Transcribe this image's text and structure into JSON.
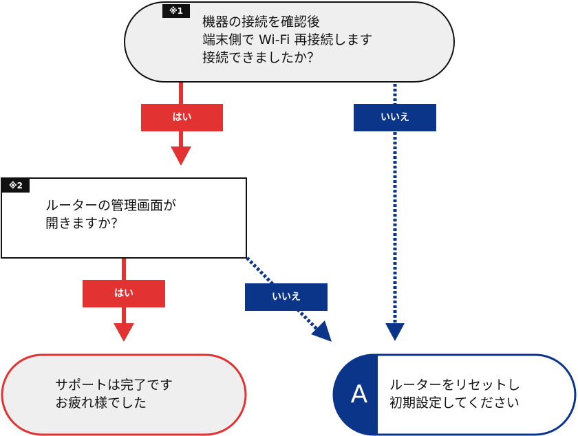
{
  "nodes": {
    "start": {
      "note": "※1",
      "lines": [
        "機器の接続を確認後",
        "端末側で Wi-Fi 再接続します",
        "接続できましたか？"
      ]
    },
    "router": {
      "note": "※2",
      "lines": [
        "ルーターの管理画面が",
        "開きますか？"
      ]
    },
    "end_support": {
      "lines": [
        "サポートは完了です",
        "お疲れ様でした"
      ]
    },
    "end_reset": {
      "badge": "A",
      "lines": [
        "ルーターをリセットし",
        "初期設定してください"
      ]
    }
  },
  "edges": {
    "start_yes": "はい",
    "start_no": "いいえ",
    "router_yes": "はい",
    "router_no": "いいえ"
  },
  "colors": {
    "yes": "#e23232",
    "no": "#0b3589",
    "terminal_fill": "#efefef",
    "box_fill": "#ffffff",
    "note_bg": "#111111"
  }
}
